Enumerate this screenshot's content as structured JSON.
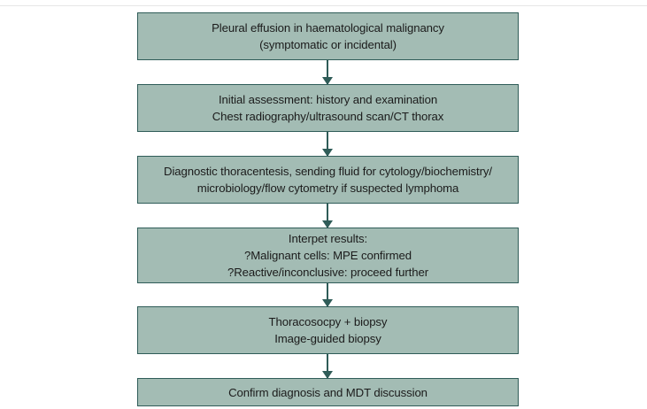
{
  "figure": {
    "type": "flowchart",
    "orientation": "vertical",
    "colors": {
      "node_fill": "#a3bcb4",
      "node_border": "#2f5c58",
      "arrow": "#2f5c58",
      "text": "#1b1b1b",
      "background": "#ffffff",
      "top_rule": "#e6e6e6"
    },
    "nodes": [
      {
        "id": "node-0",
        "name": "pleural-effusion-presentation",
        "lines": [
          "Pleural effusion in haematological malignancy",
          "(symptomatic or incidental)"
        ]
      },
      {
        "id": "node-1",
        "name": "initial-assessment",
        "lines": [
          "Initial assessment: history and examination",
          "Chest radiography/ultrasound scan/CT thorax"
        ]
      },
      {
        "id": "node-2",
        "name": "diagnostic-thoracentesis",
        "lines": [
          "Diagnostic thoracentesis, sending fluid for cytology/biochemistry/",
          "microbiology/flow cytometry if suspected lymphoma"
        ]
      },
      {
        "id": "node-3",
        "name": "interpret-results",
        "lines": [
          "Interpet results:",
          "?Malignant cells: MPE confirmed",
          "?Reactive/inconclusive: proceed further"
        ]
      },
      {
        "id": "node-4",
        "name": "thoracoscopy-biopsy",
        "lines": [
          "Thoracosocpy + biopsy",
          "Image-guided biopsy"
        ]
      },
      {
        "id": "node-5",
        "name": "confirm-diagnosis-mdt",
        "lines": [
          "Confirm diagnosis and MDT discussion"
        ]
      }
    ],
    "connectors": [
      {
        "id": "conn-0",
        "from": "node-0",
        "to": "node-1",
        "style": "arrow-down"
      },
      {
        "id": "conn-1",
        "from": "node-1",
        "to": "node-2",
        "style": "arrow-down"
      },
      {
        "id": "conn-2",
        "from": "node-2",
        "to": "node-3",
        "style": "arrow-down"
      },
      {
        "id": "conn-3",
        "from": "node-3",
        "to": "node-4",
        "style": "arrow-down"
      },
      {
        "id": "conn-4",
        "from": "node-4",
        "to": "node-5",
        "style": "arrow-down"
      }
    ]
  }
}
